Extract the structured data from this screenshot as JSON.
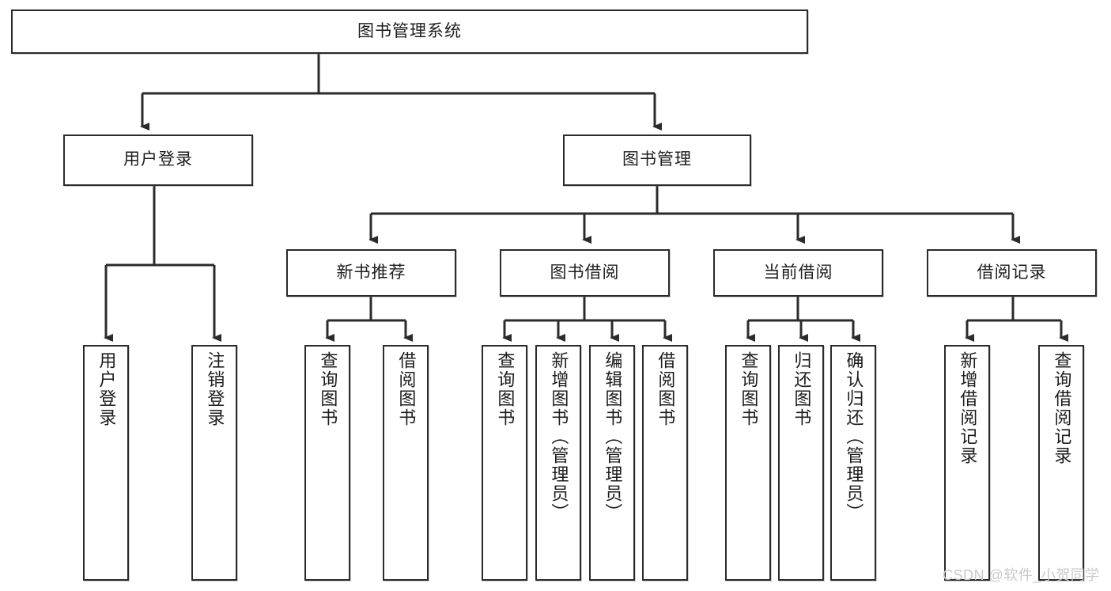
{
  "diagram": {
    "type": "tree-hierarchy-chart",
    "title": "图书管理系统",
    "watermark": "CSDN @软件_小贺同学",
    "colors": {
      "box_border": "#2b2b2b",
      "box_fill": "#ffffff",
      "connector": "#2b2b2b",
      "text": "#1d1d1d",
      "watermark": "#c9c9c9"
    },
    "nodes": {
      "root": {
        "label": "图书管理系统",
        "level": 1
      },
      "l2": [
        {
          "label": "用户登录",
          "level": 2
        },
        {
          "label": "图书管理",
          "level": 2
        }
      ],
      "l3": [
        {
          "label": "新书推荐",
          "level": 3
        },
        {
          "label": "图书借阅",
          "level": 3
        },
        {
          "label": "当前借阅",
          "level": 3
        },
        {
          "label": "借阅记录",
          "level": 3
        }
      ],
      "leaves": [
        {
          "label": "用户登录",
          "parent": "用户登录"
        },
        {
          "label": "注销登录",
          "parent": "用户登录"
        },
        {
          "label": "查询图书",
          "parent": "新书推荐"
        },
        {
          "label": "借阅图书",
          "parent": "新书推荐"
        },
        {
          "label": "查询图书",
          "parent": "图书借阅"
        },
        {
          "label": "新增图书（管理员）",
          "parent": "图书借阅"
        },
        {
          "label": "编辑图书（管理员）",
          "parent": "图书借阅"
        },
        {
          "label": "借阅图书",
          "parent": "图书借阅"
        },
        {
          "label": "查询图书",
          "parent": "当前借阅"
        },
        {
          "label": "归还图书",
          "parent": "当前借阅"
        },
        {
          "label": "确认归还（管理员）",
          "parent": "当前借阅"
        },
        {
          "label": "新增借阅记录",
          "parent": "借阅记录"
        },
        {
          "label": "查询借阅记录",
          "parent": "借阅记录"
        }
      ]
    }
  }
}
